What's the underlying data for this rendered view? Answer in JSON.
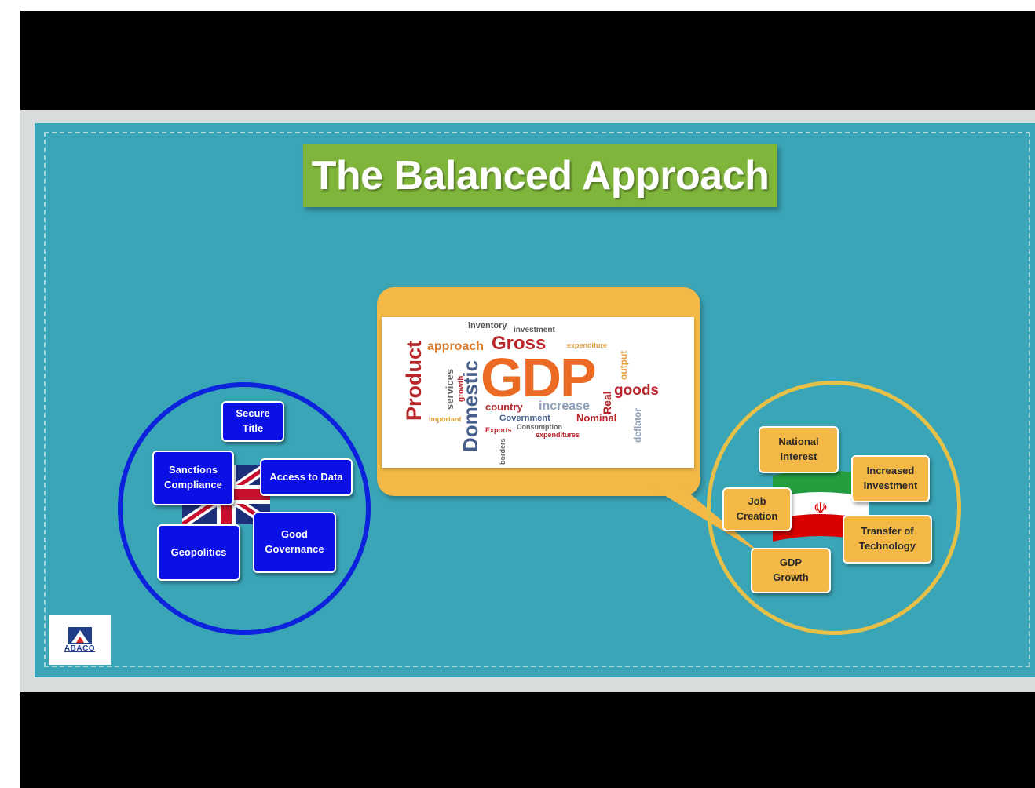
{
  "slide": {
    "title": "The Balanced Approach",
    "colors": {
      "background": "#3aa5b7",
      "title_banner": "#7fb53a",
      "accent_gold": "#f3b845",
      "accent_blue": "#0a10e6"
    }
  },
  "word_cloud": {
    "main": "GDP",
    "gross": "Gross",
    "product": "Product",
    "domestic": "Domestic",
    "goods": "goods",
    "approach": "approach",
    "inventory": "inventory",
    "investment": "investment",
    "country": "country",
    "increase": "increase",
    "nominal": "Nominal",
    "government": "Government",
    "consumption": "Consumption",
    "expenditures": "expenditures",
    "exports": "Exports",
    "services": "services",
    "growth": "growth",
    "real": "Real",
    "output": "output",
    "deflator": "deflator",
    "important": "important",
    "borders": "borders",
    "expenditure": "expenditure"
  },
  "left_cluster": {
    "flag_icon": "uk-flag-icon",
    "items": [
      {
        "label": "Secure Title"
      },
      {
        "label": "Sanctions Compliance"
      },
      {
        "label": "Access to Data"
      },
      {
        "label": "Geopolitics"
      },
      {
        "label": "Good Governance"
      }
    ]
  },
  "right_cluster": {
    "flag_icon": "iran-flag-icon",
    "items": [
      {
        "label": "National Interest"
      },
      {
        "label": "Increased Investment"
      },
      {
        "label": "Job Creation"
      },
      {
        "label": "Transfer of Technology"
      },
      {
        "label": "GDP Growth"
      }
    ]
  },
  "logo": {
    "text": "ABACO",
    "icon": "abaco-logo-icon"
  }
}
